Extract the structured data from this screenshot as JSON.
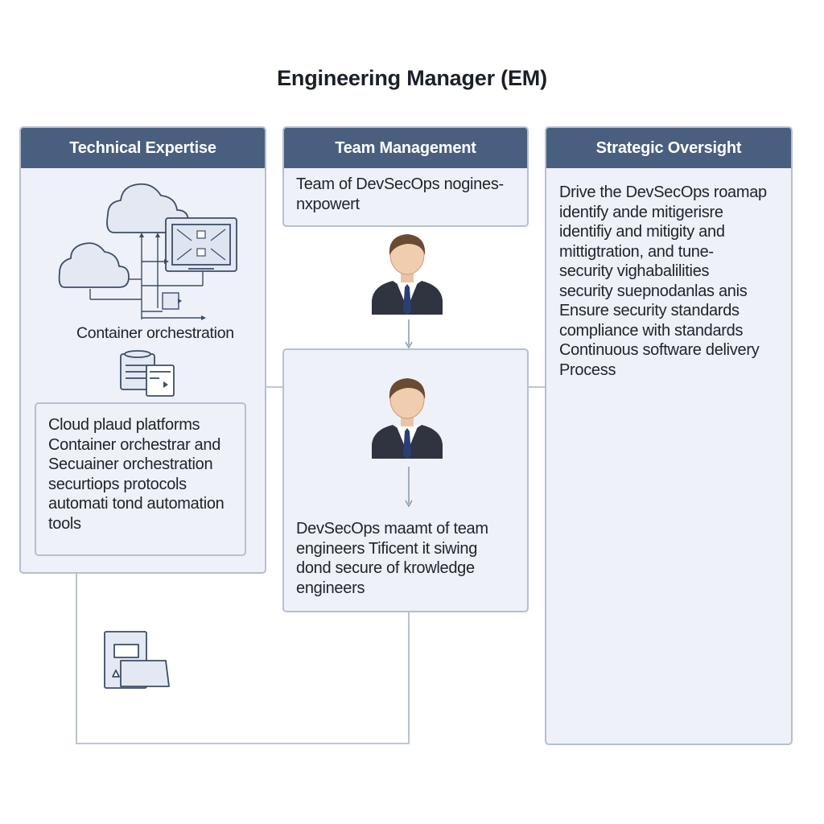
{
  "title": "Engineering Manager (EM)",
  "columns": {
    "technical": {
      "header": "Technical Expertise",
      "diagram_label": "Container orchestration",
      "skills": [
        "Cloud plaud platforms",
        "Container orchestrar and",
        "Secuainer orchestration",
        "securtiops protocols",
        "automati tond automation",
        "tools"
      ]
    },
    "team": {
      "header": "Team Management",
      "intro": [
        "Team of DevSecOps nogines-",
        "nxpowert"
      ],
      "details": [
        "DevSecOps maamt of team",
        "engineers Tificent it siwing",
        "dond secure of krowledge",
        "engineers"
      ]
    },
    "strategic": {
      "header": "Strategic Oversight",
      "lines": [
        "Drive the DevSecOps roamap",
        "identify ande mitigerisre",
        "identifiy and mitigity and",
        "mittigtration, and tune-",
        "security vighabalilities",
        "security suepnodanlas anis",
        "Ensure security standards",
        "compliance with standards",
        "Continuous software delivery",
        "Process"
      ]
    }
  },
  "colors": {
    "header_bg": "#495f80",
    "panel_bg": "#eef1f7",
    "panel_border": "#b6bfd0",
    "line": "#9aa6bb",
    "icon_stroke": "#3d4d68"
  },
  "icons": [
    "cloud-icon",
    "monitor-network-icon",
    "server-icon",
    "database-icon",
    "document-stack-icon",
    "person-icon"
  ]
}
